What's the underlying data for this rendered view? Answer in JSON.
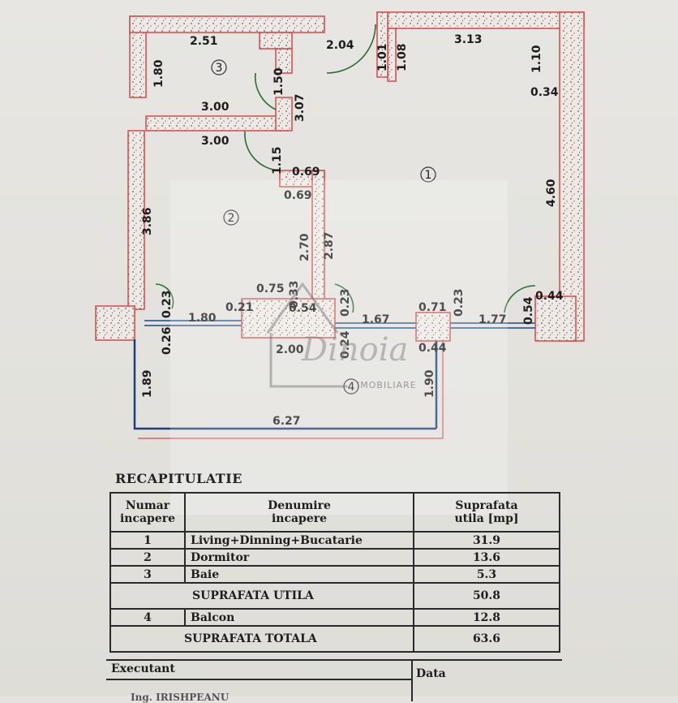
{
  "plan": {
    "rooms": [
      "1",
      "2",
      "3",
      "4"
    ],
    "dims": {
      "d251": "2.51",
      "d180a": "1.80",
      "d204": "2.04",
      "d101": "1.01",
      "d108": "1.08",
      "d313": "3.13",
      "d110": "1.10",
      "d034": "0.34",
      "d150": "1.50",
      "d300a": "3.00",
      "d307": "3.07",
      "d300b": "3.00",
      "d115": "1.15",
      "d069a": "0.69",
      "d069b": "0.69",
      "d460": "4.60",
      "d386": "3.86",
      "d270": "2.70",
      "d287": "2.87",
      "d075": "0.75",
      "d033": "0.33",
      "d021": "0.21",
      "d054a": "0.54",
      "d023a": "0.23",
      "d023b": "0.23",
      "d180b": "1.80",
      "d167": "1.67",
      "d071": "0.71",
      "d023c": "0.23",
      "d177": "1.77",
      "d054b": "0.54",
      "d044a": "0.44",
      "d026": "0.26",
      "d200": "2.00",
      "d024": "0.24",
      "d044b": "0.44",
      "d189": "1.89",
      "d190": "1.90",
      "d627": "6.27"
    }
  },
  "watermark": {
    "brand": "Dinoia",
    "sub": "IMOBILIARE"
  },
  "recap": {
    "title": "RECAPITULATIE",
    "headers": {
      "num": [
        "Numar",
        "incapere"
      ],
      "name": [
        "Denumire",
        "incapere"
      ],
      "area": [
        "Suprafata",
        "utila [mp]"
      ]
    },
    "rows": [
      {
        "num": "1",
        "name": "Living+Dinning+Bucatarie",
        "area": "31.9"
      },
      {
        "num": "2",
        "name": "Dormitor",
        "area": "13.6"
      },
      {
        "num": "3",
        "name": "Baie",
        "area": "5.3"
      }
    ],
    "subtotal": {
      "label": "SUPRAFATA UTILA",
      "value": "50.8"
    },
    "balcony": {
      "num": "4",
      "name": "Balcon",
      "area": "12.8"
    },
    "total": {
      "label": "SUPRAFATA TOTALA",
      "value": "63.6"
    },
    "executant": "Executant",
    "data_label": "Data",
    "signer": "Ing. IRISHPEANU"
  },
  "colors": {
    "wall_outline": "#d84848",
    "wall_fill": "#ece6e2",
    "window": "#4a6f9c",
    "balcony": "#1c3e7a",
    "door": "#2a6b3a"
  }
}
